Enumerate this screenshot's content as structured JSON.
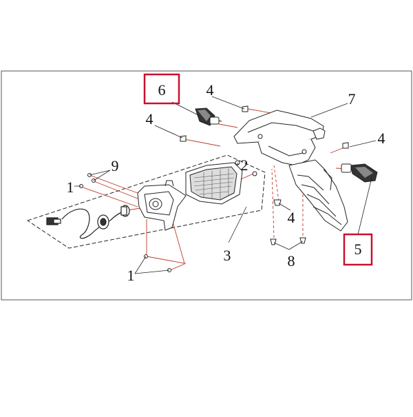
{
  "diagram": {
    "callouts": [
      {
        "id": "c6",
        "text": "6",
        "boxed": true
      },
      {
        "id": "c4a",
        "text": "4",
        "boxed": false
      },
      {
        "id": "c7",
        "text": "7",
        "boxed": false
      },
      {
        "id": "c4b",
        "text": "4",
        "boxed": false
      },
      {
        "id": "c4c",
        "text": "4",
        "boxed": false
      },
      {
        "id": "c9",
        "text": "9",
        "boxed": false
      },
      {
        "id": "c1a",
        "text": "1",
        "boxed": false
      },
      {
        "id": "c2",
        "text": "2",
        "boxed": false
      },
      {
        "id": "c4d",
        "text": "4",
        "boxed": false
      },
      {
        "id": "c3",
        "text": "3",
        "boxed": false
      },
      {
        "id": "c8",
        "text": "8",
        "boxed": false
      },
      {
        "id": "c1b",
        "text": "1",
        "boxed": false
      },
      {
        "id": "c5",
        "text": "5",
        "boxed": true
      }
    ],
    "colors": {
      "frame": "#555555",
      "line": "#222222",
      "leader_red": "#c0392b",
      "highlight_box": "#c8102e",
      "part_fill": "#ffffff",
      "part_dark": "#333333"
    }
  }
}
